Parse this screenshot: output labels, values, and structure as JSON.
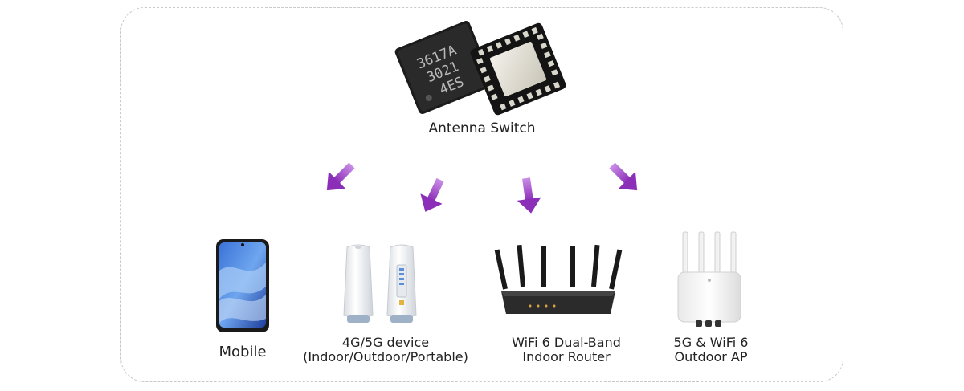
{
  "title": "Antenna Switch",
  "chip_markings": [
    "3617A",
    "3021",
    "4ES"
  ],
  "devices": [
    {
      "label_lines": [
        "Mobile"
      ]
    },
    {
      "label_lines": [
        "4G/5G device",
        "(Indoor/Outdoor/Portable)"
      ]
    },
    {
      "label_lines": [
        "WiFi 6 Dual-Band",
        "Indoor Router"
      ]
    },
    {
      "label_lines": [
        "5G & WiFi 6",
        "Outdoor AP"
      ]
    }
  ],
  "colors": {
    "arrow": "#9b3fc6",
    "frame": "#c9c9c9"
  }
}
